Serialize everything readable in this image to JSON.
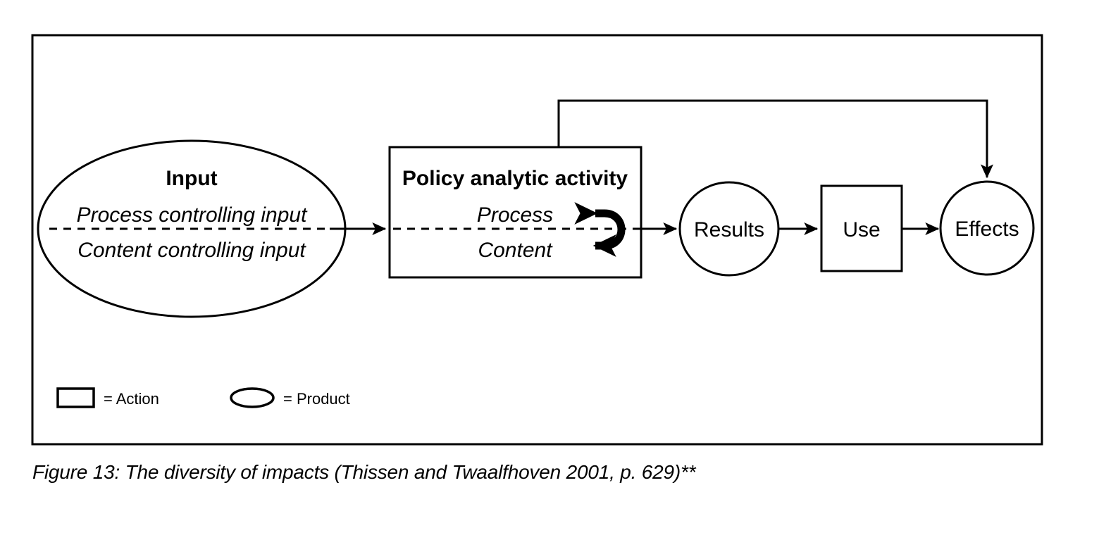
{
  "figure": {
    "caption": "Figure 13: The diversity of impacts (Thissen and Twaalfhoven 2001, p. 629)**"
  },
  "diagram": {
    "type": "flow-diagram",
    "nodes": [
      {
        "id": "input",
        "shape": "ellipse",
        "category": "Product",
        "title": "Input",
        "line_top": "Process controlling input",
        "line_bottom": "Content controlling input"
      },
      {
        "id": "policy-analytic-activity",
        "shape": "rectangle",
        "category": "Action",
        "title": "Policy analytic activity",
        "line_top": "Process",
        "line_bottom": "Content"
      },
      {
        "id": "results",
        "shape": "circle",
        "category": "Product",
        "title": "Results"
      },
      {
        "id": "use",
        "shape": "rectangle",
        "category": "Action",
        "title": "Use"
      },
      {
        "id": "effects",
        "shape": "circle",
        "category": "Product",
        "title": "Effects"
      }
    ],
    "edges": [
      {
        "from": "input",
        "to": "policy-analytic-activity",
        "style": "solid-arrow"
      },
      {
        "from": "policy-analytic-activity",
        "to": "results",
        "style": "solid-arrow"
      },
      {
        "from": "results",
        "to": "use",
        "style": "solid-arrow"
      },
      {
        "from": "use",
        "to": "effects",
        "style": "solid-arrow"
      },
      {
        "from": "policy-analytic-activity",
        "to": "effects",
        "style": "feedback-orthogonal-arrow"
      },
      {
        "from": "policy-analytic-activity",
        "to": "policy-analytic-activity",
        "style": "internal-double-headed-loop"
      }
    ],
    "legend": [
      {
        "symbol": "rectangle",
        "equals": "=",
        "label": "Action"
      },
      {
        "symbol": "ellipse",
        "equals": "=",
        "label": "Product"
      }
    ]
  },
  "colors": {
    "stroke": "#000000",
    "fill": "#ffffff",
    "background": "#ffffff"
  }
}
